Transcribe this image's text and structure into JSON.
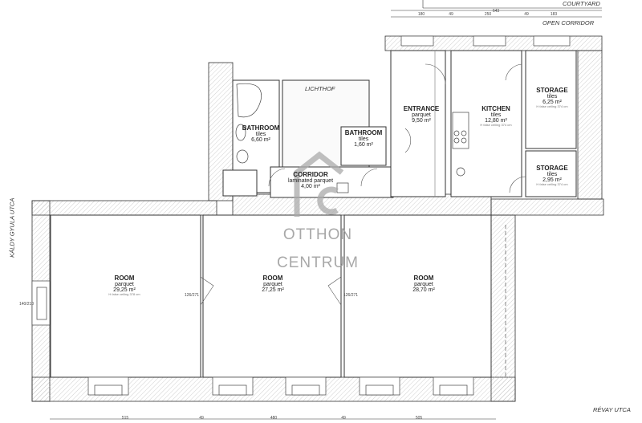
{
  "streets": {
    "left": "KÁLDY GYULA UTCA",
    "bottom": "RÉVAY UTCA",
    "top": "COURTYARD",
    "corridor": "OPEN CORRIDOR"
  },
  "watermark": {
    "line1": "OTTHON",
    "line2": "CENTRUM"
  },
  "rooms": [
    {
      "name": "ROOM",
      "material": "parquet",
      "area": "29,25 m²",
      "note": "H false ceiling 378 cm"
    },
    {
      "name": "ROOM",
      "material": "parquet",
      "area": "27,25 m²"
    },
    {
      "name": "ROOM",
      "material": "parquet",
      "area": "28,70 m²"
    },
    {
      "name": "BATHROOM",
      "material": "tiles",
      "area": "6,60 m²"
    },
    {
      "name": "BATHROOM",
      "material": "tiles",
      "area": "1,60 m²"
    },
    {
      "name": "CORRIDOR",
      "material": "laminated parquet",
      "area": "4,00 m²"
    },
    {
      "name": "ENTRANCE",
      "material": "parquet",
      "area": "9,50 m²"
    },
    {
      "name": "KITCHEN",
      "material": "tiles",
      "area": "12,80 m²",
      "note": "H false ceiling 374 cm"
    },
    {
      "name": "STORAGE",
      "material": "tiles",
      "area": "6,25 m²",
      "note": "H false ceiling 374 cm"
    },
    {
      "name": "STORAGE",
      "material": "tiles",
      "area": "2,95 m²",
      "note": "H false ceiling 374 cm"
    }
  ],
  "lichthof": "LICHTHOF",
  "dimensions": {
    "top_total": "643",
    "top": [
      "180",
      "49",
      "250",
      "49",
      "183"
    ],
    "bottom": [
      "515",
      "49",
      "480",
      "49",
      "505"
    ],
    "door_a": "126/271",
    "door_b": "126/271",
    "window_left": "140/210"
  }
}
